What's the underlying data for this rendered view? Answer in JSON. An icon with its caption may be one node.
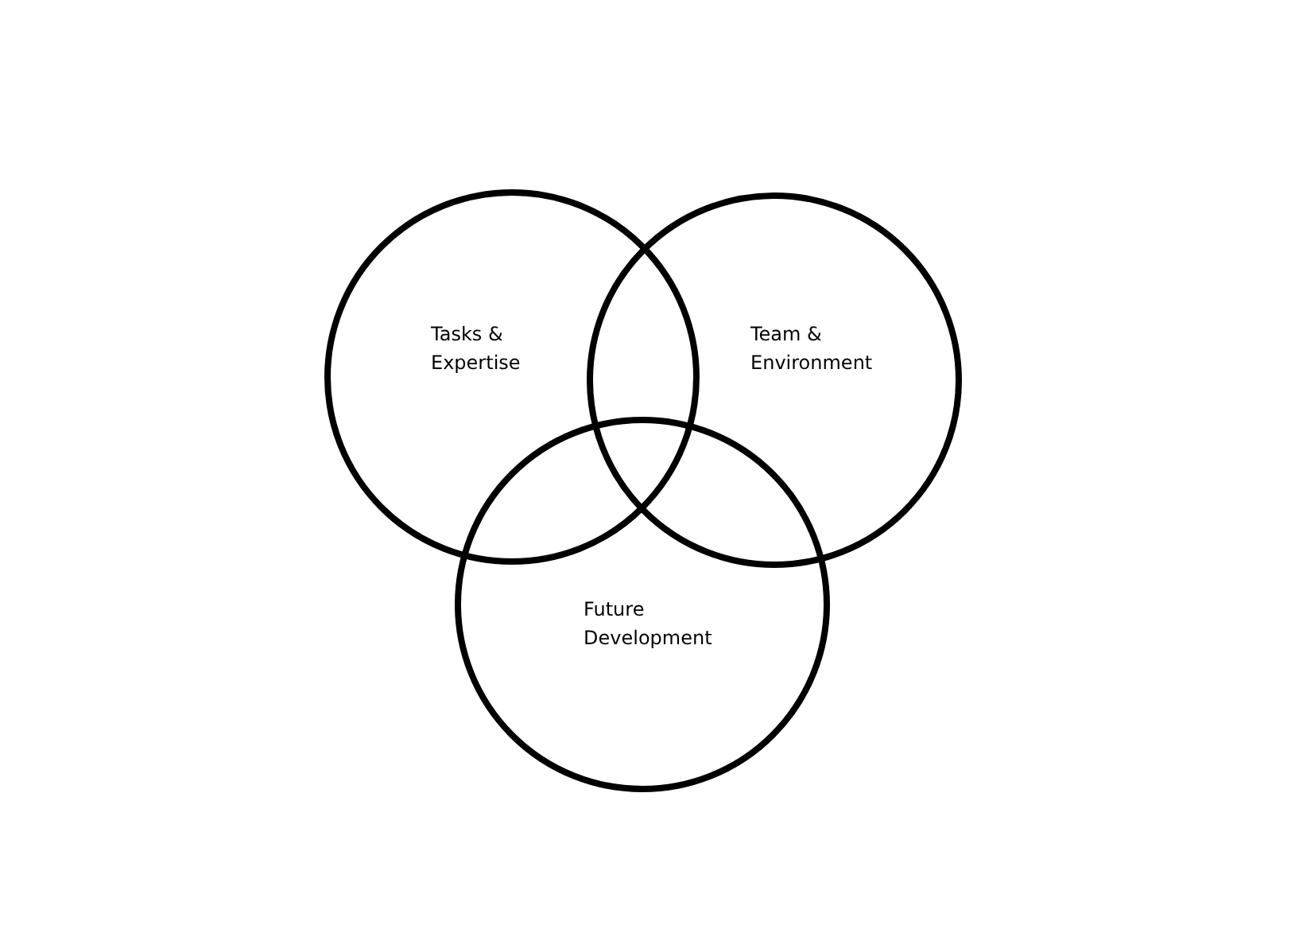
{
  "diagram": {
    "nodes": [
      {
        "text": [
          "Tasks & Expertise"
        ]
      },
      {
        "text": [
          "Team & Environment"
        ]
      },
      {
        "text": [
          "Future Development"
        ]
      }
    ]
  }
}
